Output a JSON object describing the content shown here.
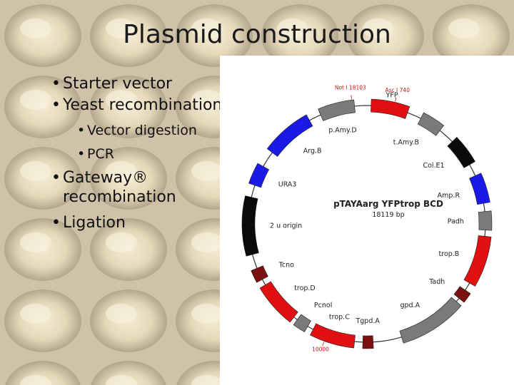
{
  "title": "Plasmid construction",
  "bullets": [
    {
      "text": "Starter vector",
      "level": 1
    },
    {
      "text": "Yeast recombination",
      "level": 1
    },
    {
      "text": "Vector digestion",
      "level": 2
    },
    {
      "text": "PCR",
      "level": 2
    },
    {
      "text": "Gateway® recombination",
      "level": 1
    },
    {
      "text": "Ligation",
      "level": 1
    }
  ],
  "plasmid": {
    "name": "pTAYAarg YFPtrop BCD",
    "size": "18119 bp",
    "colors": {
      "red": "#e01010",
      "blue": "#1a1ae6",
      "gray": "#7a7a7a",
      "black": "#0a0a0a",
      "darkred": "#7a1010"
    },
    "features": [
      {
        "label": "YFP",
        "start": 2,
        "end": 20,
        "color": "red"
      },
      {
        "label": "p.Amy.D",
        "start": 337,
        "end": 354,
        "color": "gray"
      },
      {
        "label": "t.Amy.B",
        "start": 27,
        "end": 38,
        "color": "gray"
      },
      {
        "label": "Col.E1",
        "start": 46,
        "end": 60,
        "color": "black"
      },
      {
        "label": "Amp.R",
        "start": 66,
        "end": 80,
        "color": "blue"
      },
      {
        "label": "Padh",
        "start": 84,
        "end": 93,
        "color": "gray"
      },
      {
        "label": "trop.B",
        "start": 96,
        "end": 120,
        "color": "red"
      },
      {
        "label": "Tadh",
        "start": 124,
        "end": 129,
        "color": "darkred"
      },
      {
        "label": "gpd.A",
        "start": 131,
        "end": 163,
        "color": "gray"
      },
      {
        "label": "Tgpd.A",
        "start": 177,
        "end": 182,
        "color": "darkred"
      },
      {
        "label": "trop.C",
        "start": 186,
        "end": 207,
        "color": "red"
      },
      {
        "label": "Pcnol",
        "start": 210,
        "end": 216,
        "color": "gray"
      },
      {
        "label": "trop.D",
        "start": 218,
        "end": 239,
        "color": "red"
      },
      {
        "label": "Tcno",
        "start": 242,
        "end": 248,
        "color": "darkred"
      },
      {
        "label": "2 u origin",
        "start": 255,
        "end": 283,
        "color": "black"
      },
      {
        "label": "URA3",
        "start": 289,
        "end": 299,
        "color": "blue"
      },
      {
        "label": "Arg.B",
        "start": 307,
        "end": 331,
        "color": "blue"
      }
    ],
    "site_labels": [
      {
        "label": "Not I 18103",
        "angle": 353
      },
      {
        "label": "Asc I 740",
        "angle": 13
      },
      {
        "label": "10000",
        "angle": 200
      }
    ]
  }
}
